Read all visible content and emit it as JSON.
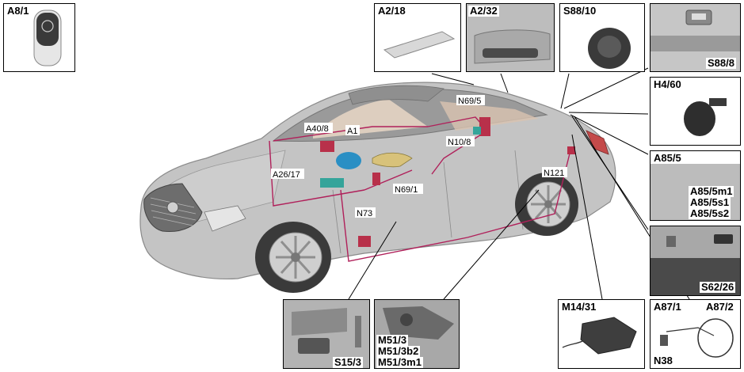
{
  "panels": {
    "a8_1": "A8/1",
    "a2_18": "A2/18",
    "a2_32": "A2/32",
    "s88_10": "S88/10",
    "s88_8": "S88/8",
    "h4_60": "H4/60",
    "a85_5": "A85/5",
    "a85_5m1": "A85/5m1",
    "a85_5s1": "A85/5s1",
    "a85_5s2": "A85/5s2",
    "s62_26": "S62/26",
    "a87_1": "A87/1",
    "a87_2": "A87/2",
    "n38": "N38",
    "m14_31": "M14/31",
    "m51_3": "M51/3",
    "m51_3b2": "M51/3b2",
    "m51_3m1": "M51/3m1",
    "s15_3": "S15/3"
  },
  "car_labels": {
    "n69_5": "N69/5",
    "n10_8": "N10/8",
    "a40_8": "A40/8",
    "a1": "A1",
    "a26_17": "A26/17",
    "n69_1": "N69/1",
    "n121": "N121",
    "n73": "N73"
  },
  "colors": {
    "car_body": "#b9b9b9",
    "wiring": "#b0205a",
    "module_blue": "#2a8fc4",
    "module_red": "#b8304a",
    "module_teal": "#35a49a"
  }
}
